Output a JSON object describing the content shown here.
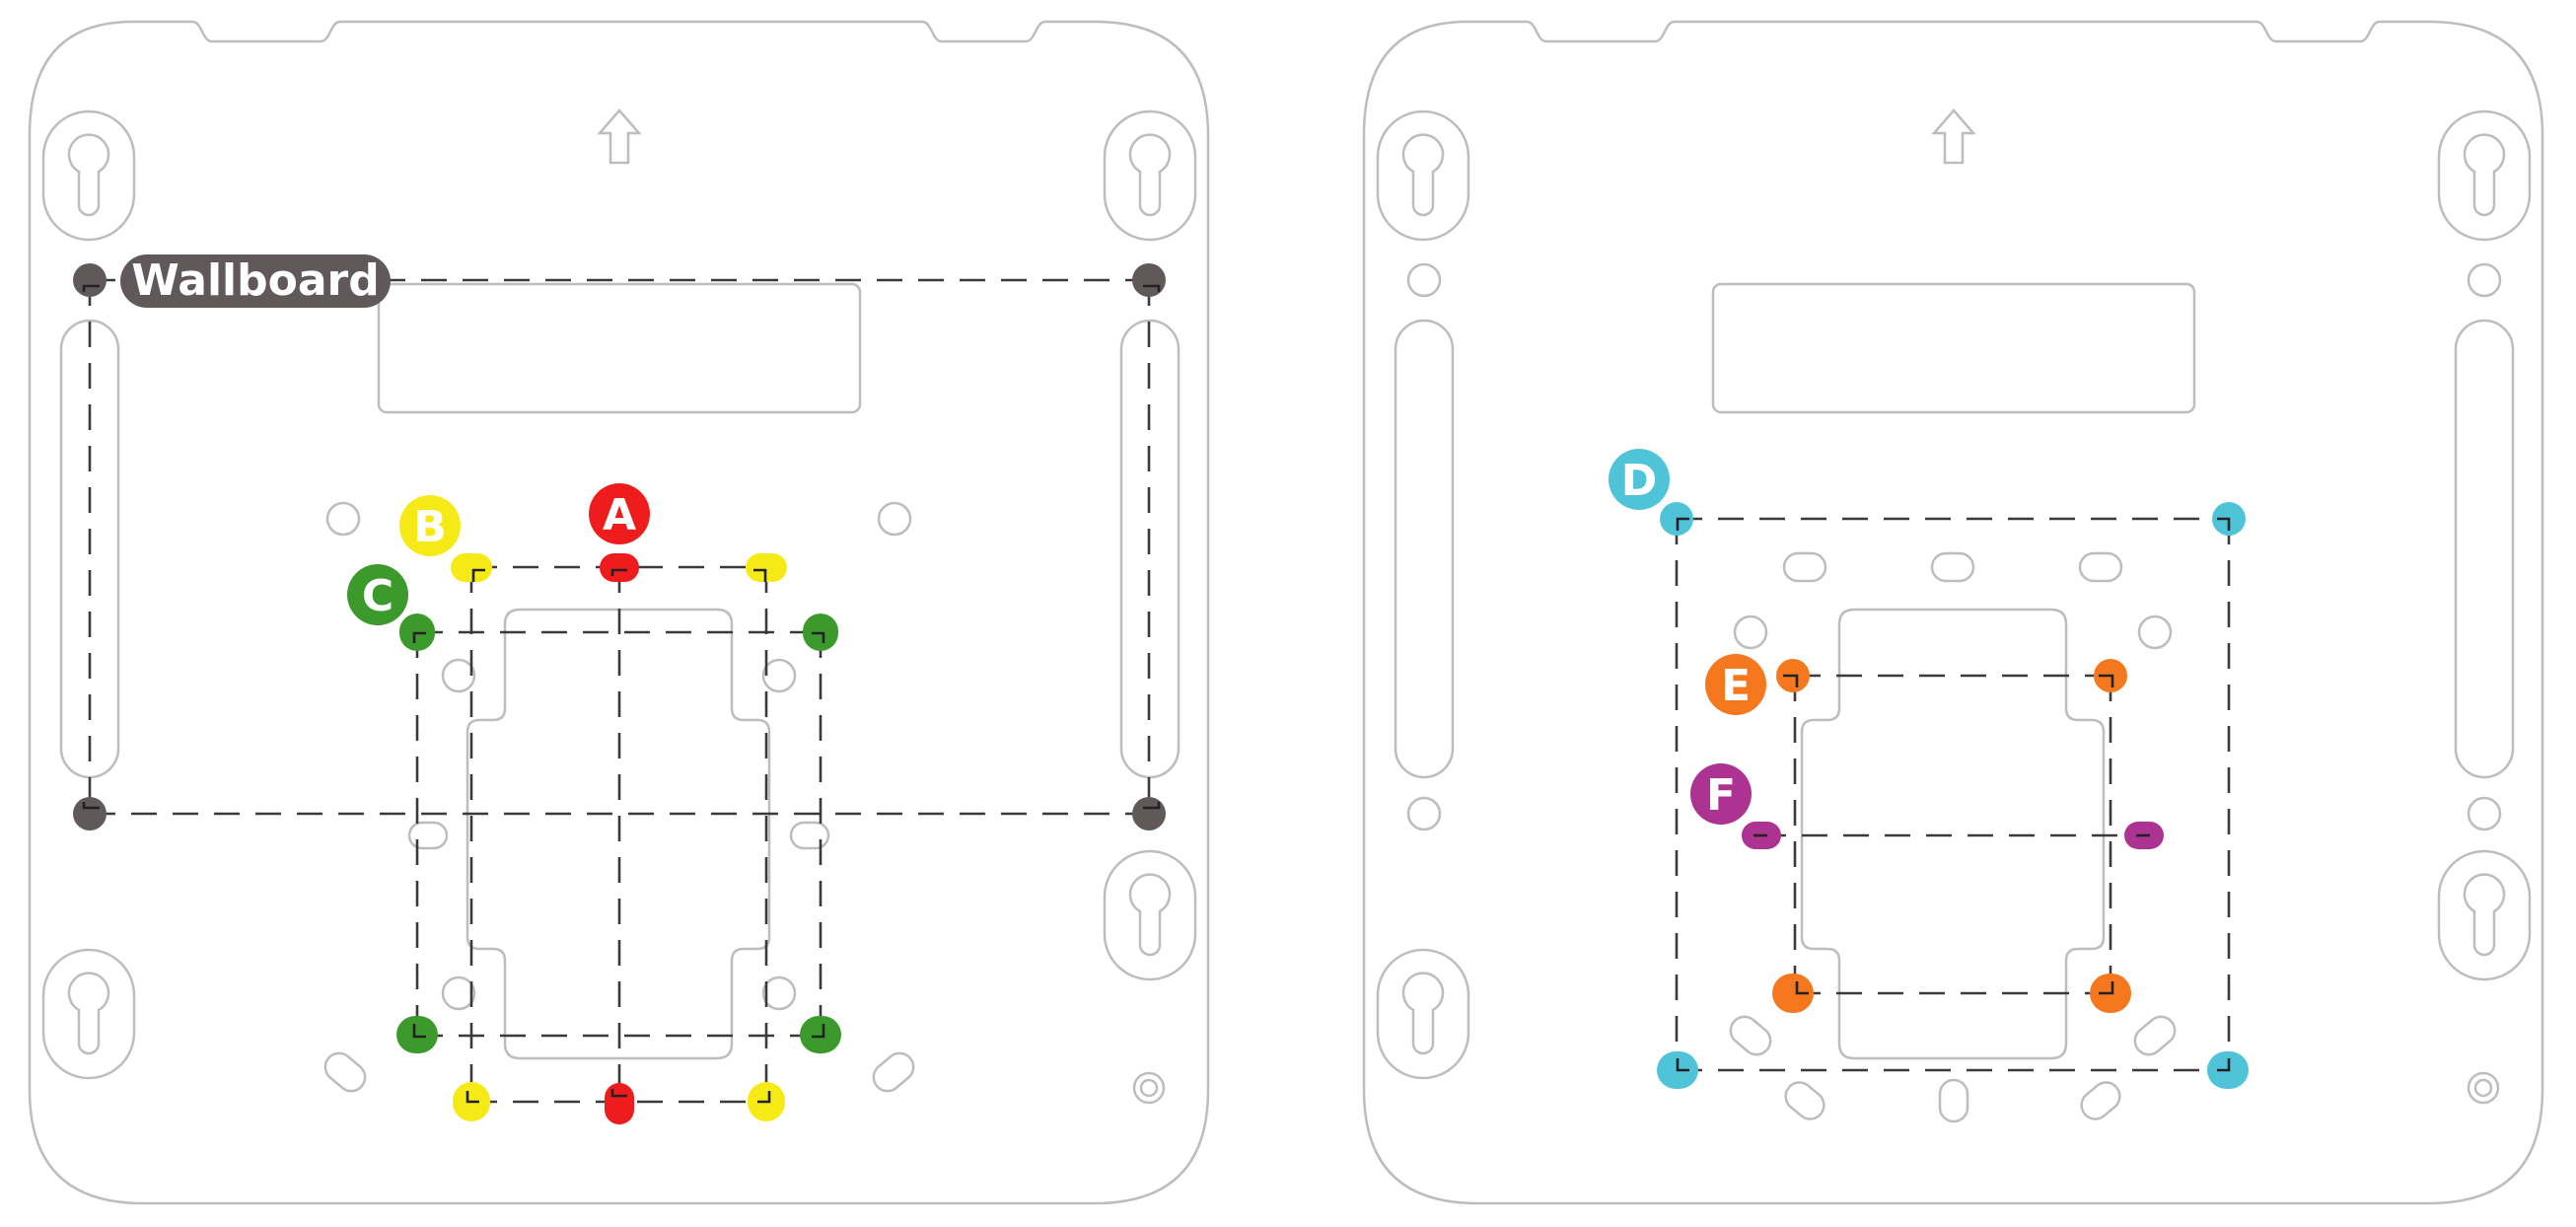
{
  "wallboard_label": "Wallboard",
  "labels": {
    "A": "A",
    "B": "B",
    "C": "C",
    "D": "D",
    "E": "E",
    "F": "F"
  },
  "colors": {
    "A": "#ee1c1c",
    "B": "#f6ea16",
    "C": "#3c9a2d",
    "D": "#4fc4d9",
    "E": "#f5781f",
    "F": "#ad3393",
    "wallboard": "#615959",
    "outline": "#bdbdbd",
    "dash": "#3a3a3a"
  }
}
